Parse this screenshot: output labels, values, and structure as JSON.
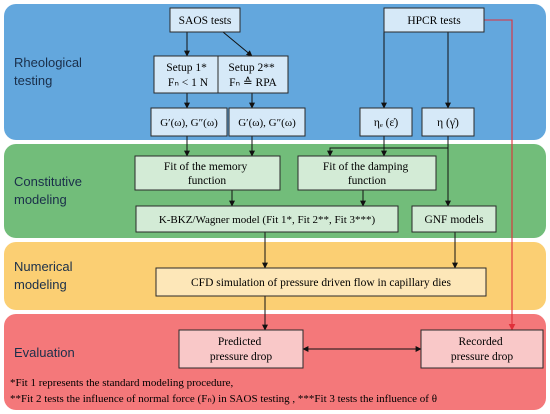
{
  "bands": [
    {
      "id": "rheo",
      "label_lines": [
        "Rheological",
        "testing"
      ],
      "color": "#63a7dd"
    },
    {
      "id": "const",
      "label_lines": [
        "Constitutive",
        "modeling"
      ],
      "color": "#72bd7a"
    },
    {
      "id": "num",
      "label_lines": [
        "Numerical",
        "modeling"
      ],
      "color": "#fbcf73"
    },
    {
      "id": "eval",
      "label": "Evaluation",
      "color": "#f4787a"
    }
  ],
  "nodes": {
    "saos": "SAOS tests",
    "hpcr": "HPCR tests",
    "setup1": [
      "Setup 1*",
      "Fₙ < 1 N"
    ],
    "setup2": [
      "Setup 2**",
      "Fₙ ≙ RPA"
    ],
    "g1": "G′(ω), G″(ω)",
    "g2": "G′(ω), G″(ω)",
    "eta_e": "ηₑ (ε̇)",
    "eta": "η (γ̇)",
    "memory": [
      "Fit of the memory",
      "function"
    ],
    "damping": [
      "Fit of the damping",
      "function"
    ],
    "kbkz": "K-BKZ/Wagner model (Fit 1*, Fit 2**, Fit 3***)",
    "gnf": "GNF models",
    "cfd": "CFD simulation of pressure driven flow in capillary dies",
    "predicted": [
      "Predicted",
      "pressure drop"
    ],
    "recorded": [
      "Recorded",
      "pressure drop"
    ]
  },
  "footnotes": [
    "*Fit 1 represents the standard modeling procedure,",
    "**Fit 2 tests the influence of normal force (Fₙ) in SAOS testing , ***Fit 3 tests the influence of θ"
  ],
  "colors": {
    "box_fill": "#f7a5a5",
    "box_fill_rheo": "#d6e9f8",
    "box_fill_const": "#d3ebd6",
    "box_fill_num": "#fde7b8",
    "box_fill_eval": "#f9c8c8",
    "border": "#2a2a2a",
    "highlight_arrow": "#e0303a"
  }
}
